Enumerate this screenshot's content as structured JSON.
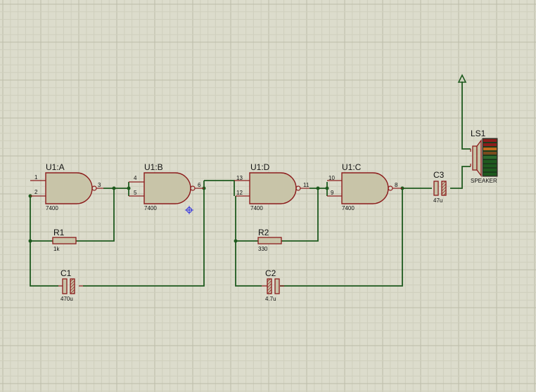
{
  "gates": {
    "u1a": {
      "ref": "U1:A",
      "value": "7400",
      "pin_in1": "1",
      "pin_in2": "2",
      "pin_out": "3"
    },
    "u1b": {
      "ref": "U1:B",
      "value": "7400",
      "pin_in1": "4",
      "pin_in2": "5",
      "pin_out": "6"
    },
    "u1d": {
      "ref": "U1:D",
      "value": "7400",
      "pin_in1": "13",
      "pin_in2": "12",
      "pin_out": "11"
    },
    "u1c": {
      "ref": "U1:C",
      "value": "7400",
      "pin_in1": "10",
      "pin_in2": "9",
      "pin_out": "8"
    }
  },
  "resistors": {
    "r1": {
      "ref": "R1",
      "value": "1k"
    },
    "r2": {
      "ref": "R2",
      "value": "330"
    }
  },
  "capacitors": {
    "c1": {
      "ref": "C1",
      "value": "470u"
    },
    "c2": {
      "ref": "C2",
      "value": "4.7u"
    },
    "c3": {
      "ref": "C3",
      "value": "47u"
    }
  },
  "speaker": {
    "ref": "LS1",
    "value": "SPEAKER"
  },
  "colors": {
    "background": "#dcdccc",
    "grid_minor": "#cfcfbd",
    "grid_major": "#bcbca9",
    "wire": "#1e5a1e",
    "component_outline": "#8c1c1c",
    "gate_fill": "#c8c4a8",
    "cursor": "#2a2ae0"
  },
  "icons": {
    "ground_terminal": "hollow-triangle-terminal-icon",
    "cursor": "crosshair-cursor-icon"
  }
}
